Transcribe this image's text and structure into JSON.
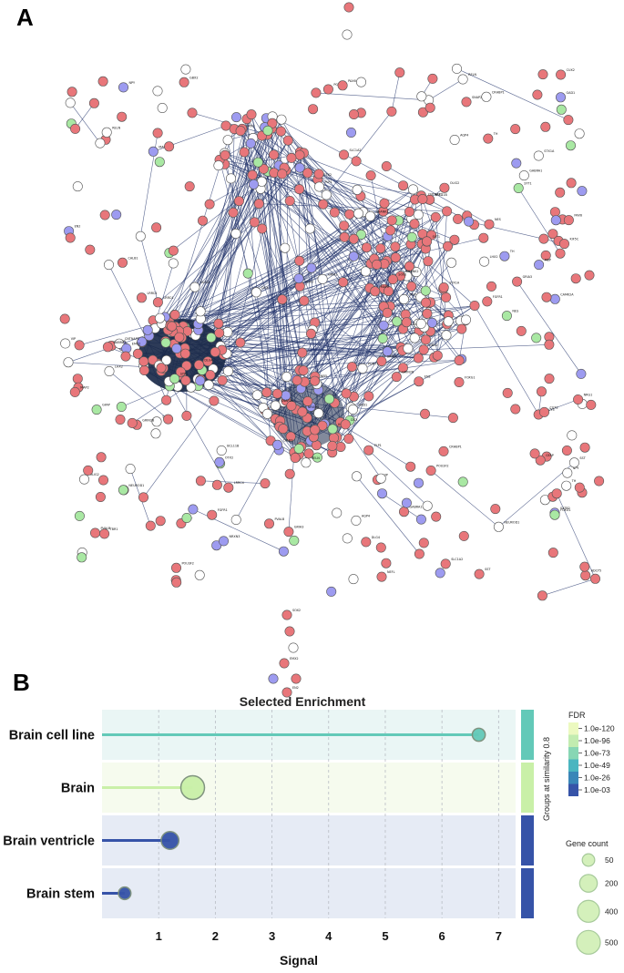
{
  "panel_a": {
    "label": "A",
    "network": {
      "node_colors": [
        "#e8767a",
        "#ffffff",
        "#9d9bf0",
        "#a9e8a3"
      ],
      "edge_color": "#22336b",
      "dense_cluster_color": "#1b2a4a",
      "sample_node_labels": [
        "ADCY5",
        "PGNT1",
        "NRXN3",
        "CRHBP1",
        "FGFR1",
        "GRIA3",
        "SHANK2",
        "CALB1",
        "LRRC4",
        "SLC1A2",
        "KIF5C",
        "DLG4",
        "GRIN2B",
        "CAMK2A",
        "SYT1",
        "SNAP25",
        "STX1A",
        "GABRA1",
        "NRG1",
        "CNTNAP2",
        "TH",
        "GAD1",
        "PVALB",
        "SST",
        "NPY",
        "VIP",
        "RELN",
        "DCX",
        "NEFL",
        "MAP2",
        "GFAP",
        "AQP4",
        "OLIG2",
        "MBP",
        "PLP1",
        "SOX2",
        "NES",
        "PAX6",
        "EMX2",
        "FOXG1",
        "OTX2",
        "EN2",
        "GBX2",
        "LHX2",
        "TBR1",
        "SATB2",
        "BCL11B",
        "CUX2",
        "POU3F2",
        "NEUROD1"
      ]
    }
  },
  "panel_b": {
    "label": "B",
    "chart_data": {
      "type": "lollipop",
      "title": "Selected Enrichment",
      "xlabel": "Signal",
      "xlim": [
        0,
        7.3
      ],
      "xticks": [
        1,
        2,
        3,
        4,
        5,
        6,
        7
      ],
      "grid": true,
      "categories": [
        "Brain cell line",
        "Brain",
        "Brain ventricle",
        "Brain stem"
      ],
      "signal": [
        6.65,
        1.6,
        1.2,
        0.4
      ],
      "gene_count": [
        60,
        500,
        200,
        50
      ],
      "fdr_color": [
        "#63c9b8",
        "#c9f0a8",
        "#3653a8",
        "#3653a8"
      ],
      "row_background": [
        "#eaf6f5",
        "#f6fbee",
        "#e6ebf5",
        "#e6ebf5"
      ],
      "side_bar_label": "Groups at similarity 0.8",
      "legend": {
        "fdr_title": "FDR",
        "fdr_entries": [
          {
            "label": "1.0e-120",
            "color": "#ecf9c0"
          },
          {
            "label": "1.0e-96",
            "color": "#c2ecb0"
          },
          {
            "label": "1.0e-73",
            "color": "#87d6b4"
          },
          {
            "label": "1.0e-49",
            "color": "#4ab5c0"
          },
          {
            "label": "1.0e-26",
            "color": "#3a86b8"
          },
          {
            "label": "1.0e-03",
            "color": "#3653a8"
          }
        ],
        "size_title": "Gene count",
        "size_entries": [
          {
            "label": "50",
            "value": 50
          },
          {
            "label": "200",
            "value": 200
          },
          {
            "label": "400",
            "value": 400
          },
          {
            "label": "500",
            "value": 500
          }
        ]
      }
    }
  }
}
